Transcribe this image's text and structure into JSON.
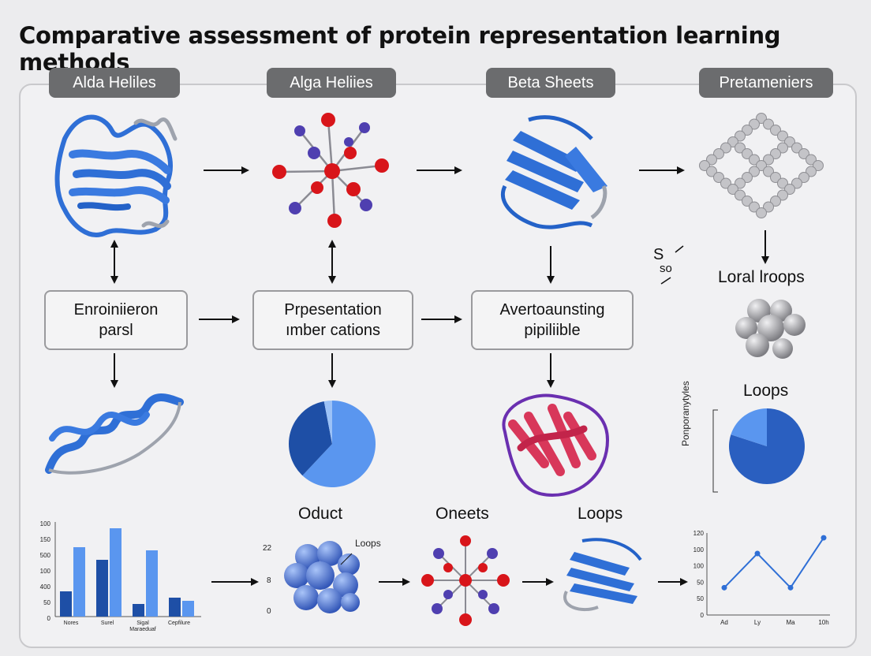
{
  "title": "Comparative assessment of protein representation learning methods",
  "headers": [
    "Alda Heliles",
    "Alga Heliies",
    "Beta Sheets",
    "Pretameniers"
  ],
  "boxes": [
    {
      "line1": "Enroiniieron",
      "line2": "parsl"
    },
    {
      "line1": "Prpesentation",
      "line2": "ımber cations"
    },
    {
      "line1": "Avertoaunsting",
      "line2": "pipiliible"
    }
  ],
  "labels": {
    "so_top": "S",
    "so_bottom": "so",
    "loral_loops": "Loral lroops",
    "loops_mid": "Loops",
    "pie_ylabel": "Ponporanytyles",
    "oduct": "Oduct",
    "oneets": "Oneets",
    "loops_bottom": "Loops",
    "loops_callout": "Loops"
  },
  "mini_axis": {
    "top": "22",
    "mid": "8",
    "bottom": "0"
  },
  "colors": {
    "accent": "#2f6fd6",
    "light_blue": "#5a96ef",
    "dark_blue": "#1e4fa6",
    "red": "#d8151a",
    "purple": "#4f3fb0",
    "grey": "#a8a8aa"
  },
  "chart_data": [
    {
      "type": "bar",
      "categories": [
        "Nores",
        "Surel",
        "Sigal Maraeduaf",
        "Cepfilure"
      ],
      "series": [
        {
          "values": [
            40,
            90,
            20,
            30
          ]
        },
        {
          "values": [
            110,
            140,
            105,
            25
          ]
        }
      ],
      "y_ticks": [
        "100",
        "150",
        "500",
        "100",
        "400",
        "50",
        "0"
      ],
      "x_tick_labels": [
        "Nores",
        "Surel",
        "Sigal",
        "Maraeduaf",
        "Cepfilure"
      ]
    },
    {
      "type": "pie",
      "slices": [
        {
          "value": 62,
          "color": "#5a96ef"
        },
        {
          "value": 35,
          "color": "#1e4fa6"
        },
        {
          "value": 3,
          "color": "#9cc2f7"
        }
      ]
    },
    {
      "type": "pie",
      "slices": [
        {
          "value": 80,
          "color": "#2a5fc0"
        },
        {
          "value": 20,
          "color": "#5a96ef"
        }
      ]
    },
    {
      "type": "line",
      "categories": [
        "Ad",
        "Ly",
        "Ma",
        "10h"
      ],
      "values": [
        40,
        90,
        40,
        113
      ],
      "y_ticks": [
        "120",
        "100",
        "100",
        "50",
        "50",
        "0"
      ],
      "ylim": [
        0,
        120
      ]
    }
  ]
}
